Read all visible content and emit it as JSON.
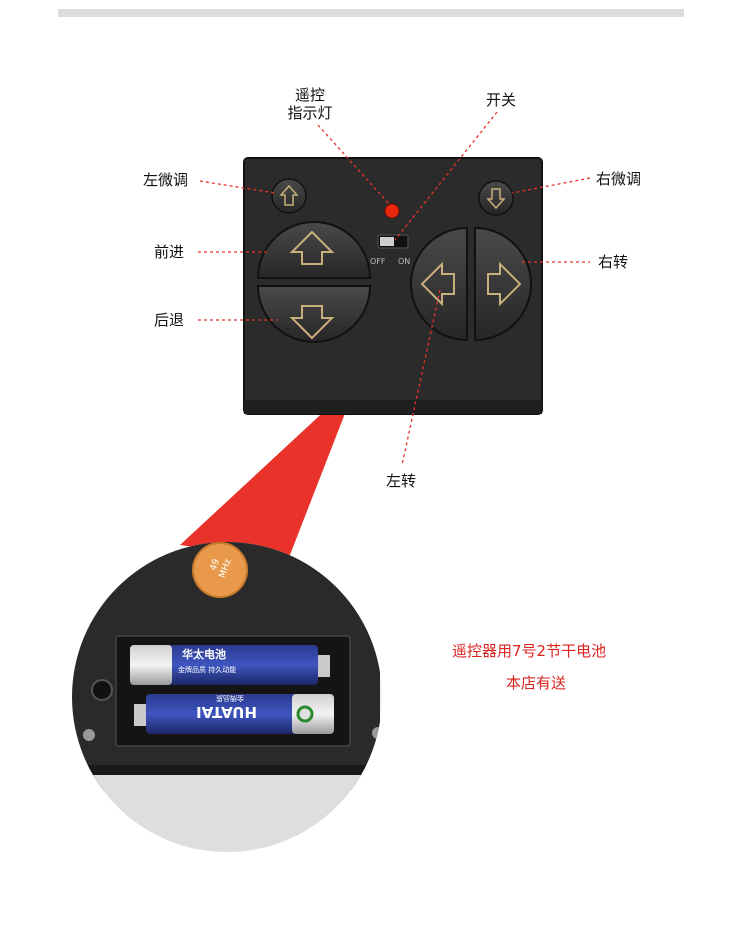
{
  "labels": {
    "indicator_line1": "遥控",
    "indicator_line2": "指示灯",
    "power_switch": "开关",
    "trim_left": "左微调",
    "trim_right": "右微调",
    "forward": "前进",
    "backward": "后退",
    "turn_right": "右转",
    "turn_left": "左转"
  },
  "switch_text": {
    "off": "OFF",
    "on": "ON"
  },
  "sticker_text": {
    "line1": "49",
    "line2": "MHz"
  },
  "battery_text": {
    "top_brand": "华太电池",
    "top_small": "金牌品质 持久动能",
    "bottom_brand": "HUATAI",
    "bottom_small": "金牌品质"
  },
  "note": {
    "line1": "遥控器用7号2节干电池",
    "line2": "本店有送"
  },
  "colors": {
    "accent_red": "#d9231f",
    "device_body": "#2b2b2b",
    "button_face": "#3a3a3a",
    "led": "#e8290f"
  }
}
